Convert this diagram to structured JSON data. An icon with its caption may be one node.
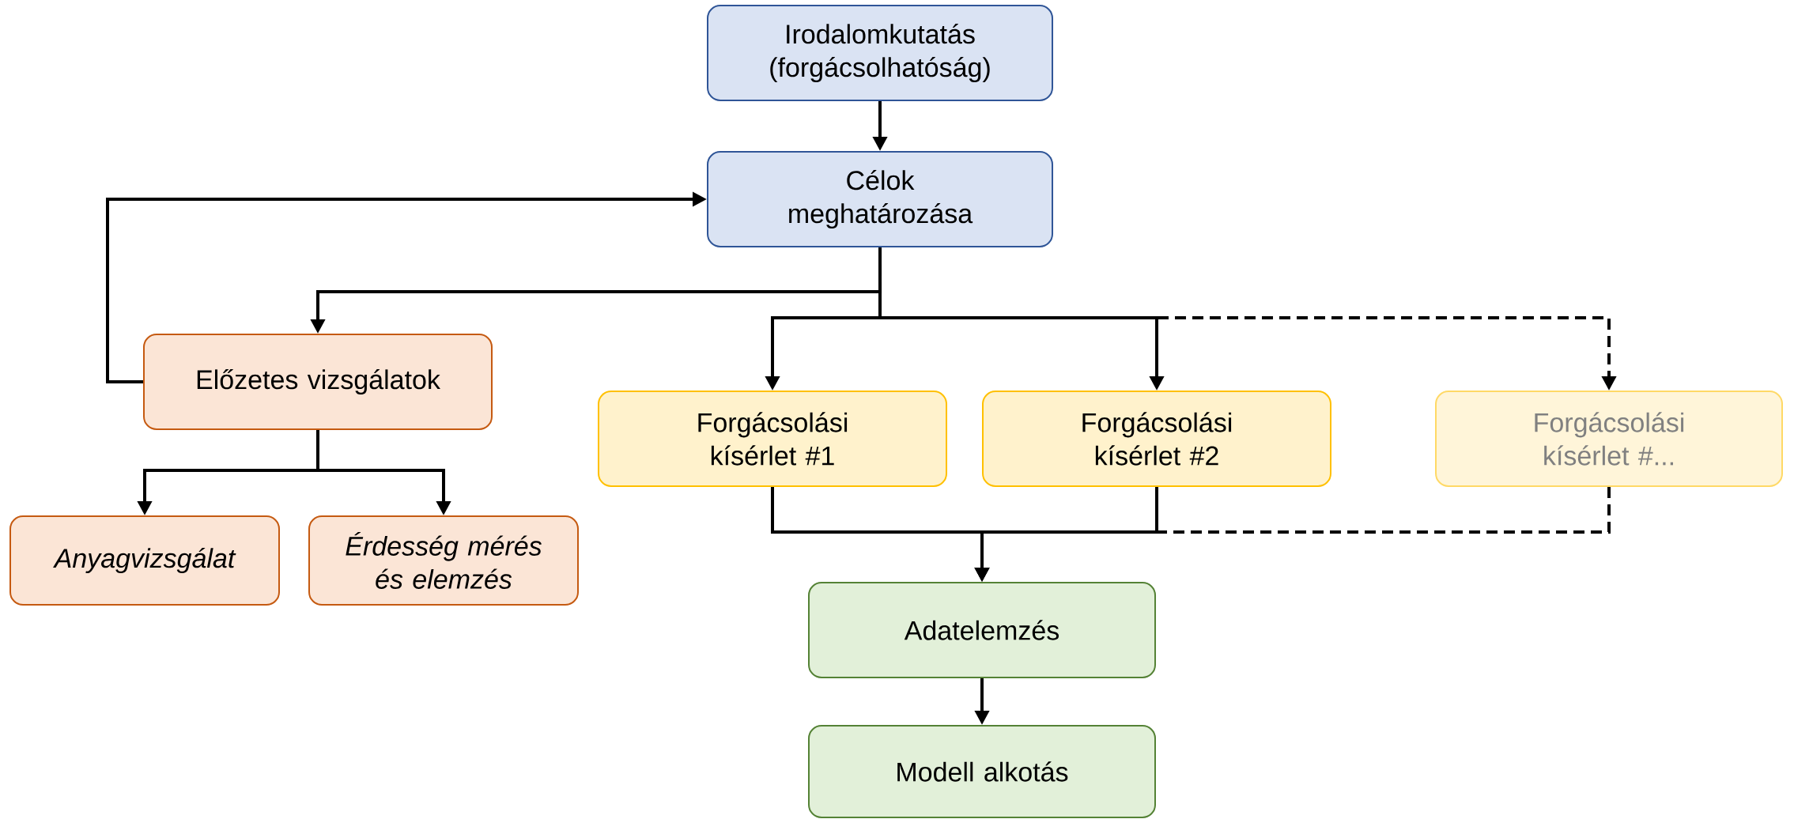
{
  "diagram": {
    "nodes": [
      {
        "text": [
          "Irodalomkutatás (forgácsolhatóság)"
        ]
      },
      {
        "text": [
          "Célok meghatározása"
        ]
      },
      {
        "text": [
          "Előzetes vizsgálatok"
        ]
      },
      {
        "text": [
          "Forgácsolási kísérlet #1"
        ]
      },
      {
        "text": [
          "Forgácsolási kísérlet #2"
        ]
      },
      {
        "text": [
          "Forgácsolási kísérlet #..."
        ]
      },
      {
        "text": [
          "Anyagvizsgálat"
        ]
      },
      {
        "text": [
          "Érdesség mérés és elemzés"
        ]
      },
      {
        "text": [
          "Adatelemzés"
        ]
      },
      {
        "text": [
          "Modell alkotás"
        ]
      }
    ],
    "edges": [
      {
        "from": 0,
        "to": 1,
        "arrow": "to"
      },
      {
        "from": 1,
        "to": 2,
        "arrow": "to"
      },
      {
        "from": 1,
        "to": 3,
        "arrow": "to"
      },
      {
        "from": 1,
        "to": 4,
        "arrow": "to"
      },
      {
        "from": 1,
        "to": 5,
        "arrow": "to",
        "style": "dashed"
      },
      {
        "from": 2,
        "to": 1,
        "arrow": "to"
      },
      {
        "from": 2,
        "to": 6,
        "arrow": "to"
      },
      {
        "from": 2,
        "to": 7,
        "arrow": "to"
      },
      {
        "from": 3,
        "to": 8,
        "arrow": "to"
      },
      {
        "from": 4,
        "to": 8,
        "arrow": "to"
      },
      {
        "from": 5,
        "to": 8,
        "arrow": "to",
        "style": "dashed"
      },
      {
        "from": 8,
        "to": 9,
        "arrow": "to"
      }
    ]
  }
}
